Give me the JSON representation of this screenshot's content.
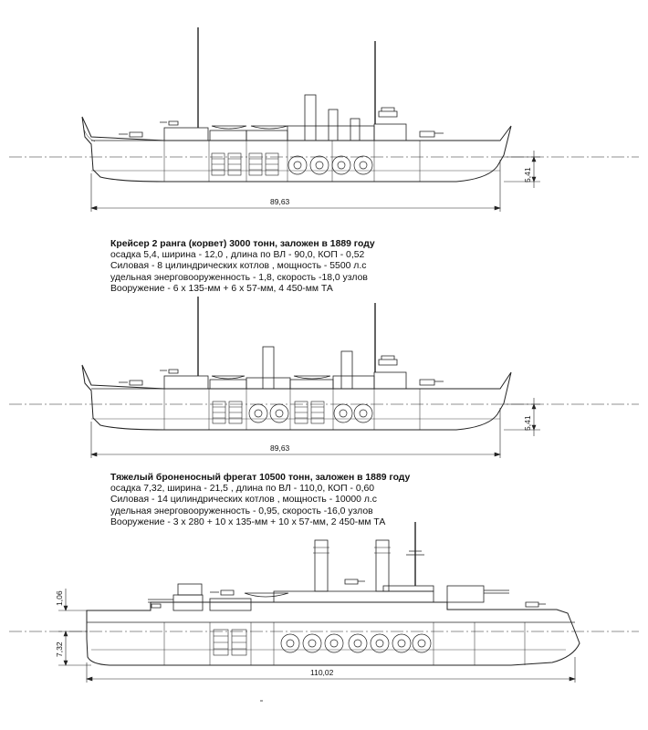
{
  "drawing_1": {
    "length_dim": "89,63",
    "draft_dim": "5,41"
  },
  "spec_1": {
    "title": "Крейсер 2 ранга (корвет) 3000 тонн, заложен в 1889 году",
    "line1": "осадка 5,4, ширина - 12,0 , длина по ВЛ - 90,0, КОП - 0,52",
    "line2": "Силовая - 8 цилиндрических котлов , мощность - 5500 л.с",
    "line3": "удельная энерговооруженность - 1,8, скорость -18,0 узлов",
    "line4": "Вооружение - 6 х 135-мм + 6 х 57-мм, 4 450-мм ТА"
  },
  "drawing_2": {
    "length_dim": "89,63",
    "draft_dim": "5,41"
  },
  "spec_2": {
    "title": "Тяжелый броненосный фрегат 10500 тонн, заложен в 1889 году",
    "line1": "осадка 7,32, ширина - 21,5 , длина по ВЛ - 110,0, КОП - 0,60",
    "line2": "Силовая - 14 цилиндрических котлов , мощность - 10000 л.с",
    "line3": "удельная энерговооруженность - 0,95, скорость -16,0 узлов",
    "line4": "Вооружение - 3 х 280 + 10 х 135-мм + 10 х 57-мм, 2 450-мм ТА"
  },
  "drawing_3": {
    "length_dim": "110,02",
    "freeboard_dim": "1,06",
    "draft_dim": "7,32"
  }
}
